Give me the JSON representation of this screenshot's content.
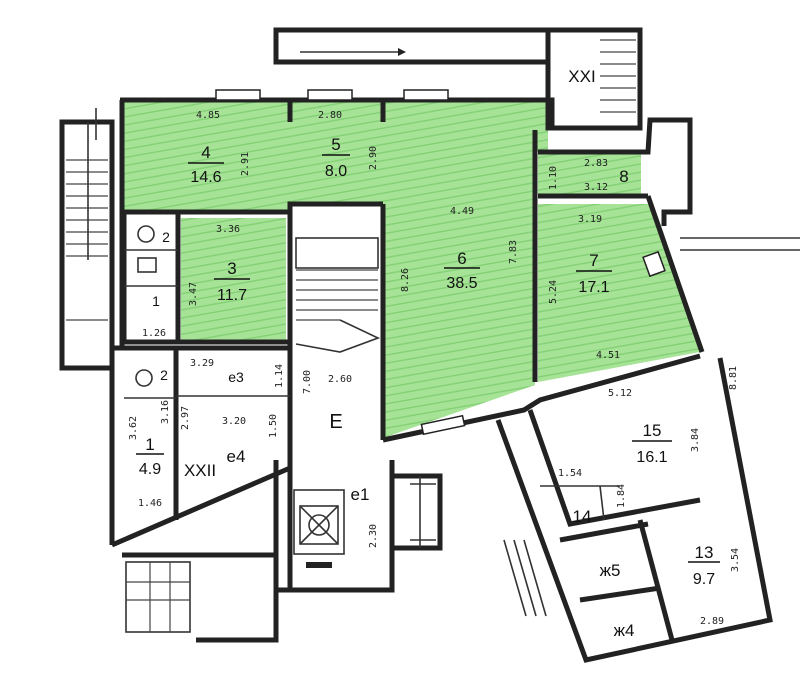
{
  "colors": {
    "highlight": "#9fe08f",
    "highlight_dark": "#7ccd6d",
    "wall": "#222222",
    "paper": "#ffffff"
  },
  "rooms": {
    "r4": {
      "num": "4",
      "area": "14.6"
    },
    "r5": {
      "num": "5",
      "area": "8.0"
    },
    "r6": {
      "num": "6",
      "area": "38.5"
    },
    "r7": {
      "num": "7",
      "area": "17.1"
    },
    "r3": {
      "num": "3",
      "area": "11.7"
    },
    "r8": {
      "num": "8"
    },
    "r2": {
      "num": "2"
    },
    "r1a": {
      "num": "1"
    },
    "r2b": {
      "num": "2"
    },
    "r1": {
      "num": "1",
      "area": "4.9"
    },
    "r15": {
      "num": "15",
      "area": "16.1"
    },
    "r14": {
      "num": "14"
    },
    "r13": {
      "num": "13",
      "area": "9.7"
    },
    "ж5": {
      "num": "ж5"
    },
    "ж4": {
      "num": "ж4"
    },
    "e1": {
      "num": "e1"
    },
    "e3": {
      "num": "e3"
    },
    "e4": {
      "num": "e4"
    },
    "E": {
      "num": "E"
    }
  },
  "roman": {
    "xxi": "XXI",
    "xxii": "XXII"
  },
  "dims": {
    "d485": "4.85",
    "d280a": "2.80",
    "d291": "2.91",
    "d290": "2.90",
    "d283": "2.83",
    "d110": "1.10",
    "d312": "3.12",
    "d319": "3.19",
    "d449": "4.49",
    "d336": "3.36",
    "d347": "3.47",
    "d826": "8.26",
    "d783": "7.83",
    "d524": "5.24",
    "d451": "4.51",
    "d126": "1.26",
    "d329": "3.29",
    "d114": "1.14",
    "d700": "7.00",
    "d260": "2.60",
    "d362": "3.62",
    "d316": "3.16",
    "d297": "2.97",
    "d320": "3.20",
    "d146": "1.46",
    "d150": "1.50",
    "d230": "2.30",
    "d512": "5.12",
    "d881": "8.81",
    "d154": "1.54",
    "d184": "1.84",
    "d384": "3.84",
    "d289": "2.89",
    "d354": "3.54"
  }
}
